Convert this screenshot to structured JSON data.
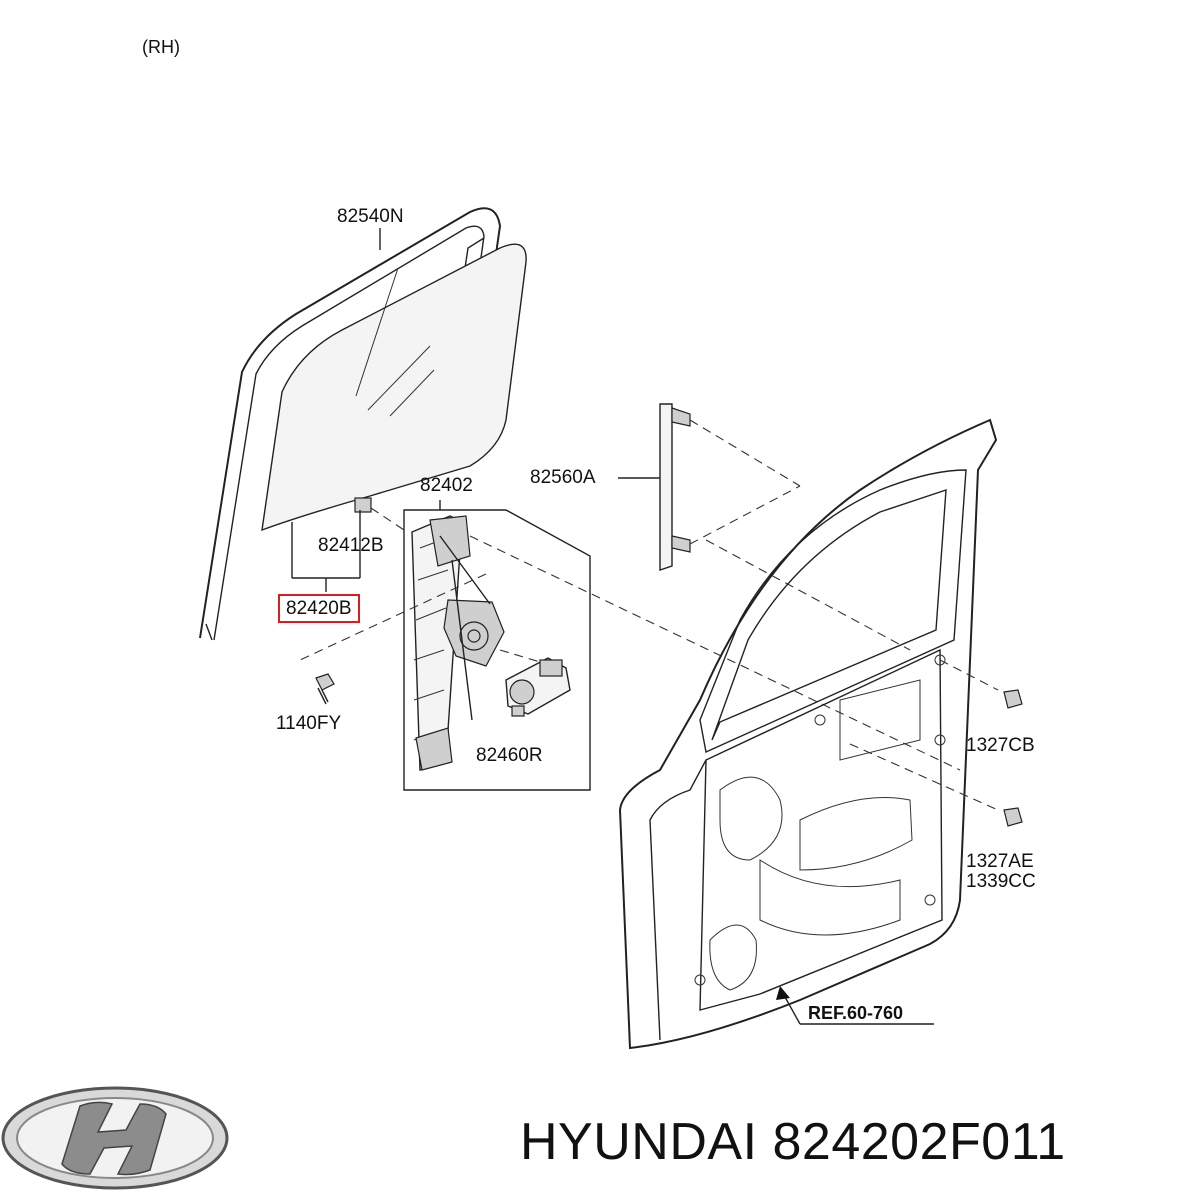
{
  "diagram": {
    "side_label": "(RH)",
    "parts": {
      "weatherstrip": "82540N",
      "glass_run": "82560A",
      "regulator_assy": "82402",
      "channel_clip": "82412B",
      "glass_highlighted": "82420B",
      "bolt": "1140FY",
      "motor": "82460R",
      "nut_upper": "1327CB",
      "nut_lower_a": "1327AE",
      "nut_lower_b": "1339CC",
      "door_reference": "REF.60-760"
    },
    "highlight_color": "#d81e1e"
  },
  "footer": {
    "brand": "HYUNDAI",
    "part_number": "824202F011",
    "logo_icon": "hyundai-logo-icon"
  }
}
